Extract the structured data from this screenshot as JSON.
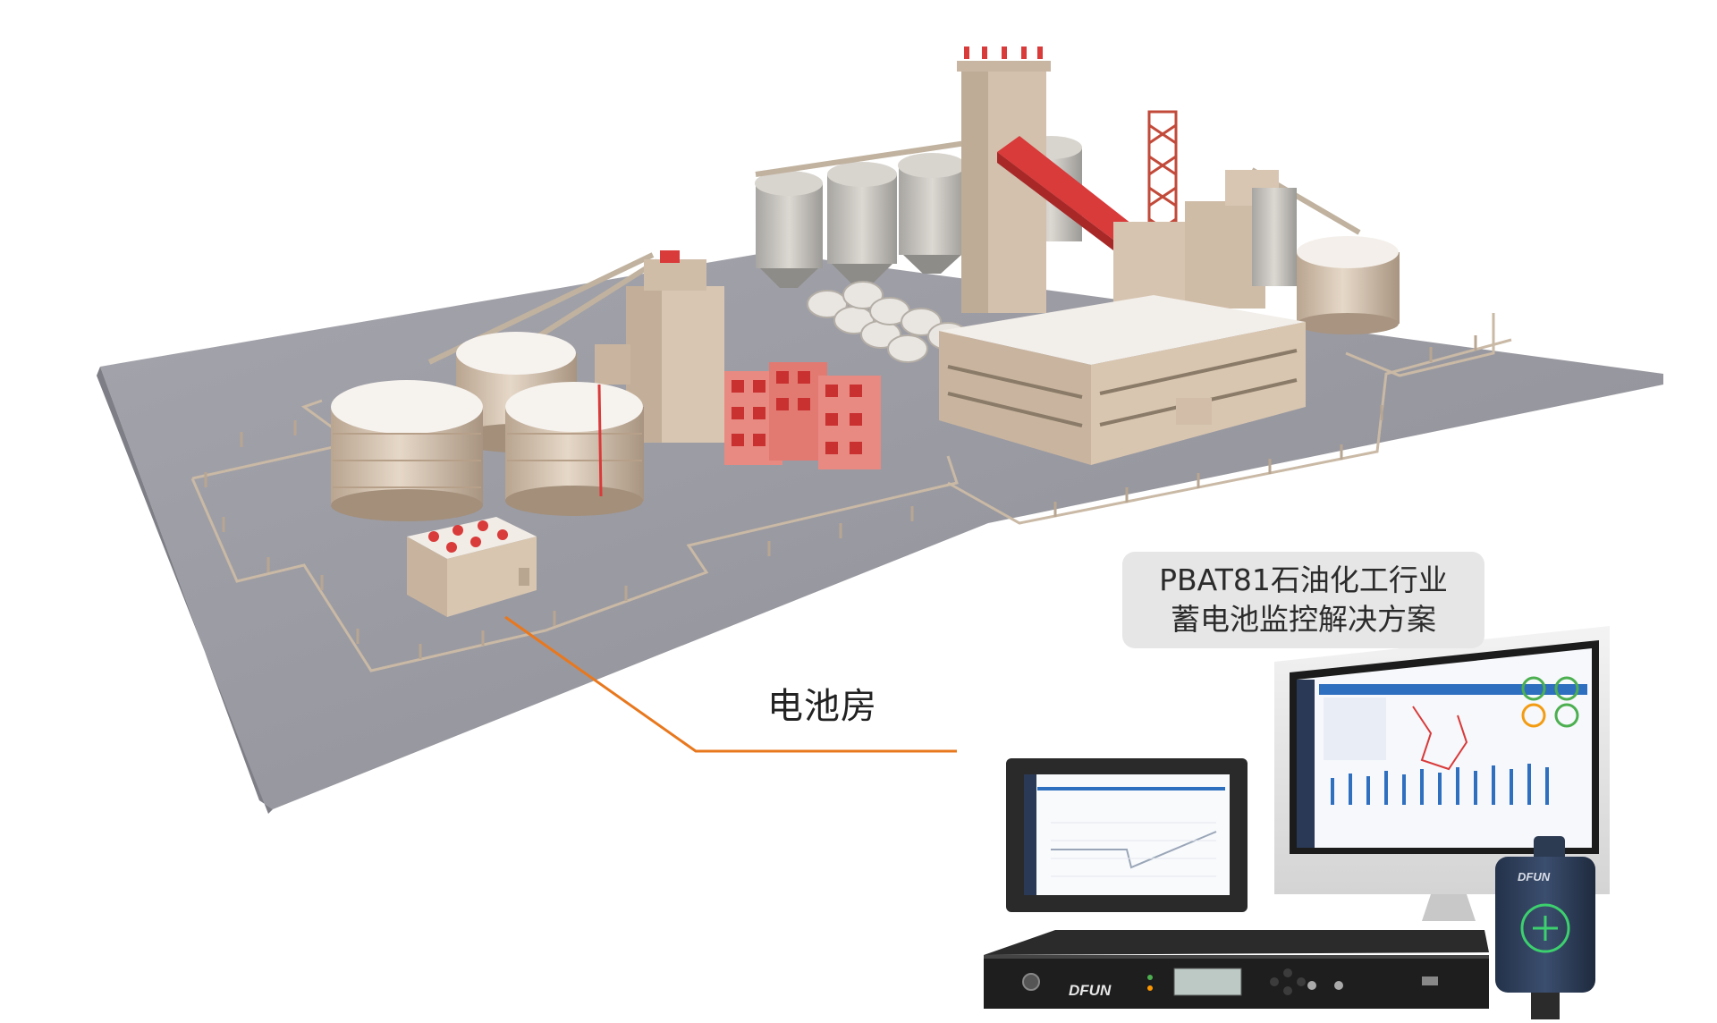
{
  "solution": {
    "line1": "PBAT81石油化工行业",
    "line2": "蓄电池监控解决方案"
  },
  "labels": {
    "battery_room": "电池房"
  },
  "devices": {
    "rack_brand": "DFUN",
    "sensor_brand": "DFUN"
  },
  "colors": {
    "ground": "#9a9aa2",
    "building": "#d9c6b0",
    "accent_red": "#d93a3a",
    "callout_line": "#e8781e",
    "label_box": "#e6e6e6"
  },
  "icons": {
    "sensor": "plus-circle-icon"
  }
}
